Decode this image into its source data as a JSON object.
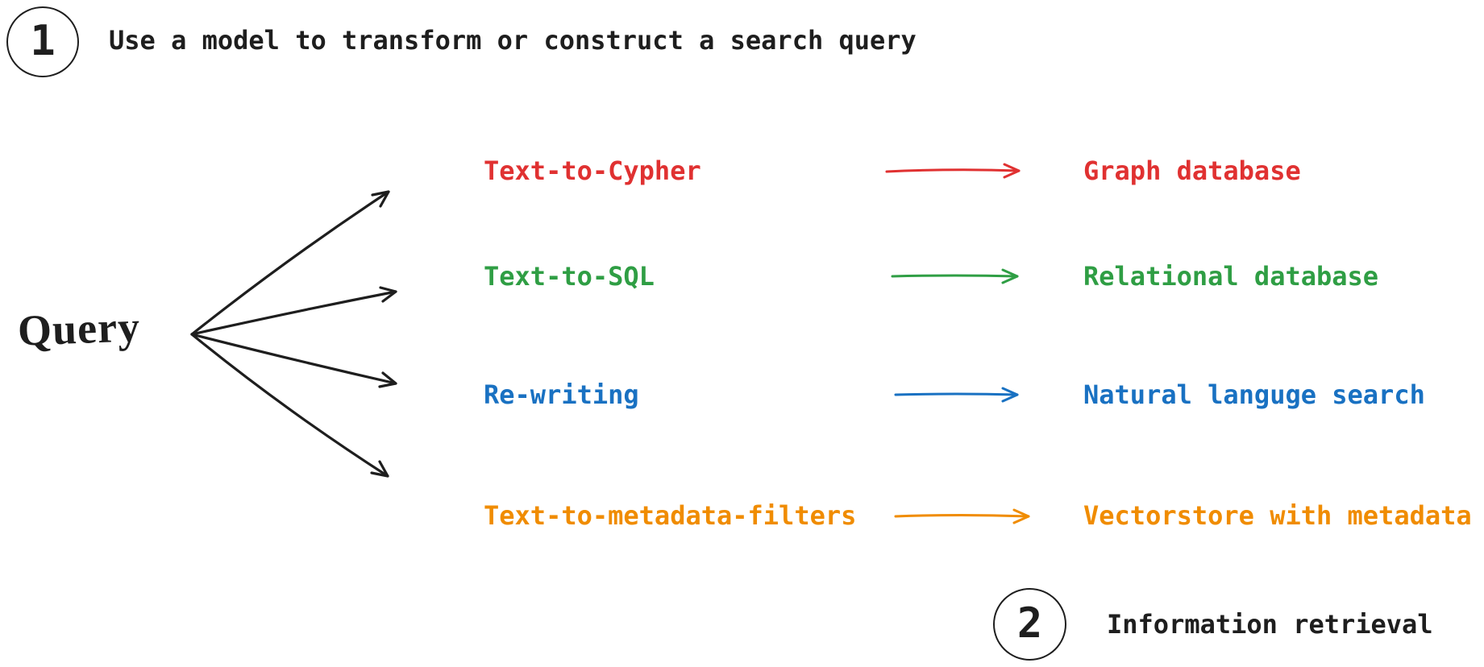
{
  "page": {
    "background": "#ffffff",
    "ink_color": "#1e1e1e"
  },
  "steps": [
    {
      "number": "1",
      "label": "Use a model to transform or construct a search query"
    },
    {
      "number": "2",
      "label": "Information retrieval"
    }
  ],
  "source": {
    "label": "Query"
  },
  "rows": [
    {
      "method": "Text-to-Cypher",
      "target": "Graph database",
      "color": "#e03131"
    },
    {
      "method": "Text-to-SQL",
      "target": "Relational database",
      "color": "#2f9e44"
    },
    {
      "method": "Re-writing",
      "target": "Natural languge search",
      "color": "#1971c2"
    },
    {
      "method": "Text-to-metadata-filters",
      "target": "Vectorstore with metadata",
      "color": "#f08c00"
    }
  ]
}
